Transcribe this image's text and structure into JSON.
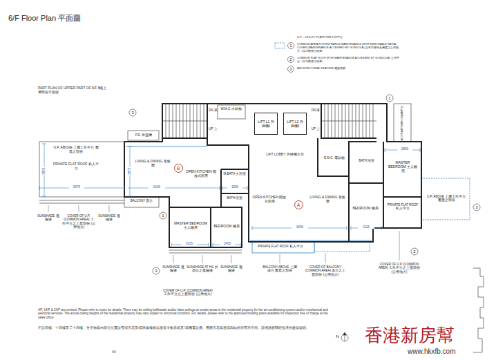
{
  "diagram": {
    "title": "6/F Floor Plan 平面圖",
    "nodes": [
      {
        "text": [
          "LIFT L1 升降機1"
        ]
      },
      {
        "text": [
          "LIFT L2 升降機2"
        ]
      },
      {
        "text": [
          "B"
        ]
      },
      {
        "text": [
          "A"
        ]
      }
    ],
    "labels": [
      "U.P. – UTILITY PLATFORM 工作平台",
      "1",
      "2",
      "3",
      "PART PLAN OF UPPER PART OF 6/F 6樓上層部份平面圖",
      "U.P. ABOVE 上層工作平台 覆蓋之部份",
      "PRIVATE FLAT ROOF 私人平台",
      "2853",
      "5075",
      "P.D. 管道槽",
      "BALCONY 露台",
      "2875",
      "LIVING & DINING 客飯廳",
      "6100",
      "OPEN KITCHEN 開放式廚房",
      "M.BATH 主浴室",
      "1550",
      "BATH 浴室",
      "MASTER BEDROOM 主人睡房",
      "BEDROOM 睡房",
      "2025",
      "2450",
      "DN 落",
      "W.M.C. 水錶櫃",
      "UP 上",
      "LIFT LOBBY 升降機大堂",
      "DN 落",
      "UP 上",
      "E.M.C. 電錶櫃",
      "A/C PLATFORM 冷氣機平台",
      "BATH 浴室",
      "MASTER BEDROOM 主人睡房",
      "2850",
      "OPEN KITCHEN 開放式廚房",
      "LIVING & DINING 客飯廳",
      "BEDROOM 睡房",
      "PRIVATE FLAT ROOF 私人平台",
      "U.P. ABOVE 上層工作平台 覆蓋之部份",
      "6000",
      "2115",
      "PRIVATE FLAT ROOF 私人平台",
      "SUNSHADE 遮陽篷",
      "COVER OF U.P. (COMMON AREA) 工作平台之上蓋部份 (公用地方)",
      "SUNSHADE 遮陽篷",
      "SUNSHADE 遮陽篷",
      "SUNSHADE AT H/L 於高位之遮陽篷",
      "SUNSHADE 遮陽篷",
      "COVER OF U.P. (COMMON AREA) 工作平台之上蓋部份 (公用地方)",
      "BALCONY ABOVE 上層露台 覆蓋之部份",
      "COVER OF BALCONY (COMMON AREA) 露台之上蓋部份 (公用地方)",
      "COVER OF U.P. (COMMON AREA) 工作平台之上蓋部份 (公用地方)",
      "3",
      "1",
      "1",
      "3",
      "3",
      "2",
      "4/F, 14/F & 24/F are omitted. Please refer to notes for details. There may be ceiling bulkheads and/or false ceilings at certain areas in the residential property for the air-conditioning system and/or mechanical and electrical services. The actual ceiling heights of the residential property may vary subject to structural condition. For details, please refer to the approved building plans available for inspection free of charge at the sales office.",
      "不設四樓、十四樓及二十四樓。住宅物業內部分位置設有假天花及/或跌級樓板以安裝冷氣系統及/或機電設備。實際天花高度或因結構而有所不同。詳情請參閱經批准的建築圖則。",
      "66",
      "N",
      "香港新房幫",
      "www.hkxfb.com"
    ],
    "legend": [
      {
        "text": "COMMON AREA FOR ENTRANCE MAINTENANCE WITH REMOVABLE METAL COVER (MAINTENANCE ACCESSED BY GONDOLA) 設有可移除金屬蓋之公用地方（以吊船進行維修）"
      },
      {
        "text": "COMMON FLAT ROOF (FOR MAINTENANCE ACCESSED BY GONDOLA) 公用平台（以吊船進行維修）"
      },
      {
        "text": "ARCHITECTURAL FEATURE 建築裝飾"
      }
    ]
  }
}
